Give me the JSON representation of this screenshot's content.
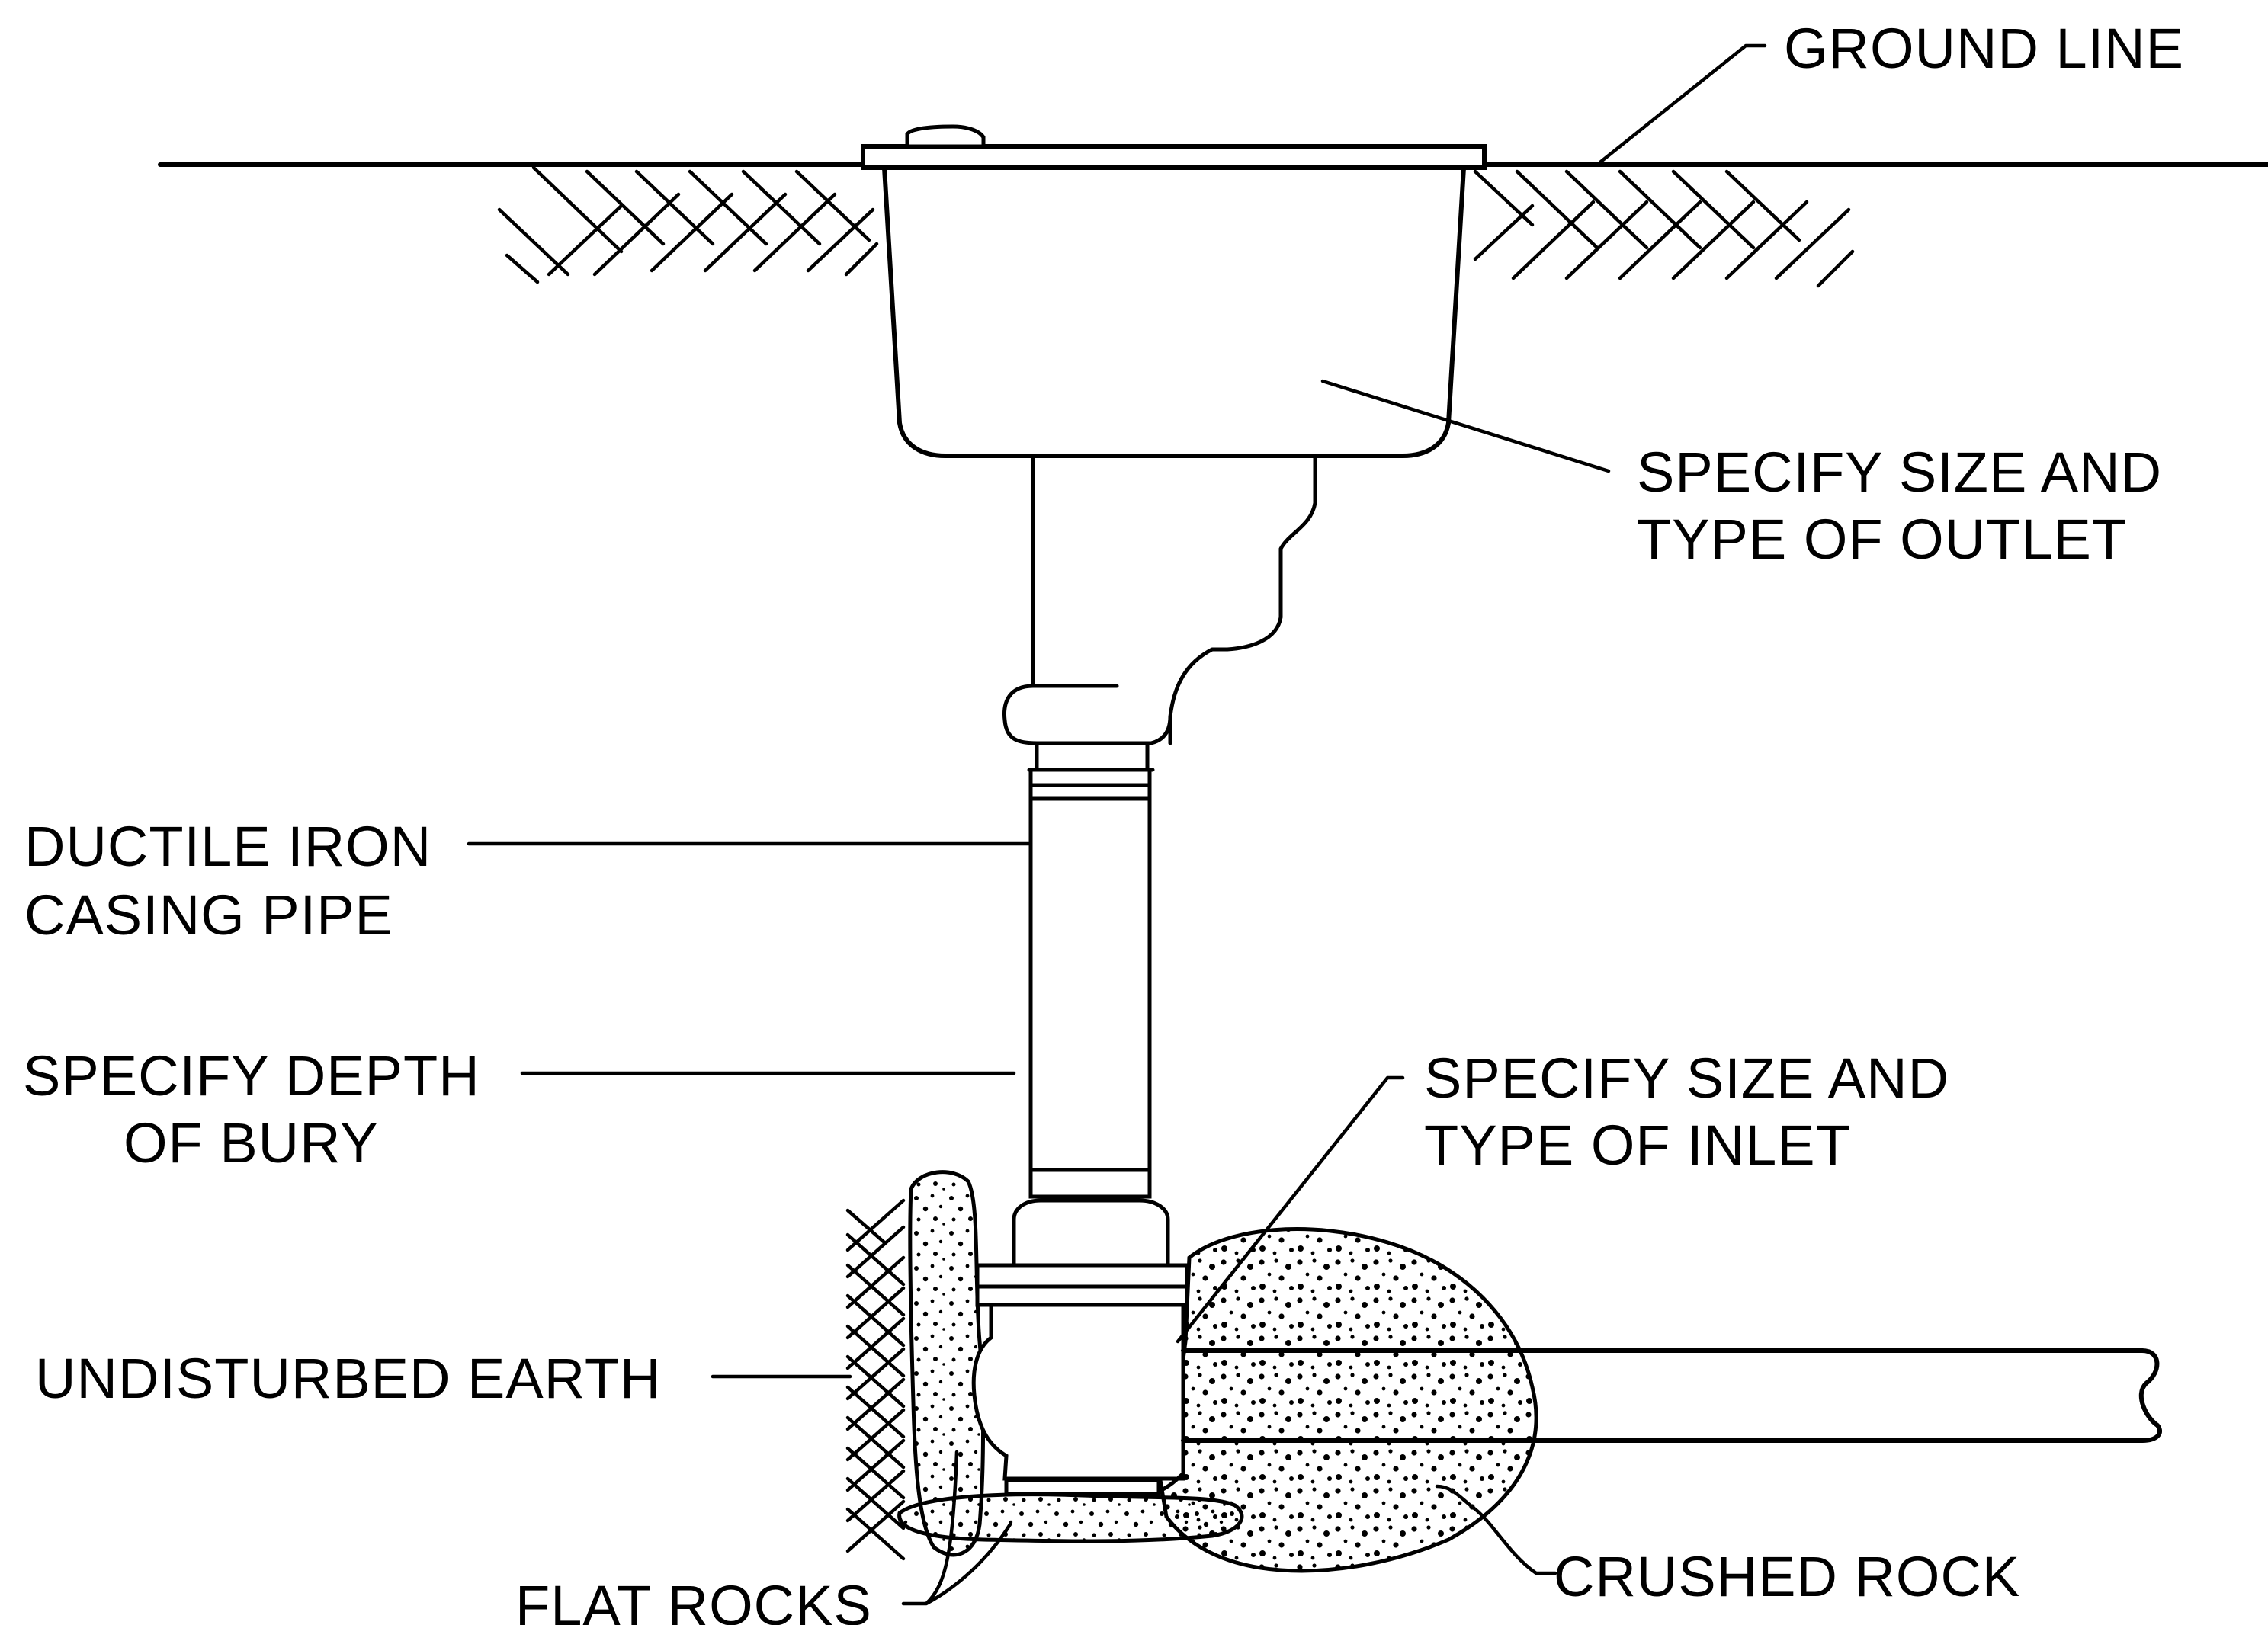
{
  "labels": {
    "ground_line": "GROUND LINE",
    "outlet_line1": "SPECIFY SIZE AND",
    "outlet_line2": "TYPE OF OUTLET",
    "casing_line1": "DUCTILE IRON",
    "casing_line2": "CASING PIPE",
    "depth_line1": "SPECIFY DEPTH",
    "depth_line2": "OF BURY",
    "inlet_line1": "SPECIFY SIZE AND",
    "inlet_line2": "TYPE OF INLET",
    "undisturbed_earth": "UNDISTURBED EARTH",
    "flat_rocks": "FLAT ROCKS",
    "crushed_rock": "CRUSHED ROCK"
  }
}
